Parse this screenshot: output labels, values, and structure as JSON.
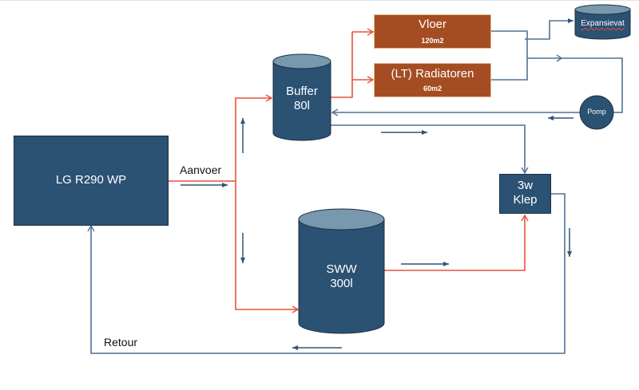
{
  "diagram": {
    "title": "Heat pump hydraulic schematic",
    "colors": {
      "component_fill": "#2b5173",
      "cylinder_top": "#7798ad",
      "emitter_fill": "#a44d22",
      "hot_line": "#e8513c",
      "return_line": "#4f7294",
      "flow_arrow": "#2e5578"
    },
    "nodes": {
      "heat_pump": {
        "label": "LG R290 WP"
      },
      "buffer": {
        "line1": "Buffer",
        "line2": "80l"
      },
      "dhw_tank": {
        "line1": "SWW",
        "line2": "300l"
      },
      "floor_heating": {
        "title": "Vloer",
        "sub": "120m2"
      },
      "radiators": {
        "title": "(LT) Radiatoren",
        "sub": "60m2"
      },
      "expansion_vessel": {
        "label": "Expansievat"
      },
      "pump": {
        "label": "Pomp"
      },
      "three_way_valve": {
        "line1": "3w",
        "line2": "Klep"
      }
    },
    "labels": {
      "supply": "Aanvoer",
      "return": "Retour"
    },
    "connections": [
      {
        "from": "heat_pump",
        "to": "buffer",
        "type": "supply"
      },
      {
        "from": "heat_pump",
        "to": "dhw_tank",
        "type": "supply"
      },
      {
        "from": "buffer",
        "to": "floor_heating",
        "type": "supply"
      },
      {
        "from": "buffer",
        "to": "radiators",
        "type": "supply"
      },
      {
        "from": "floor_heating",
        "to": "expansion_vessel",
        "type": "return"
      },
      {
        "from": "radiators",
        "to": "pump",
        "type": "return"
      },
      {
        "from": "pump",
        "to": "buffer",
        "type": "return"
      },
      {
        "from": "buffer",
        "to": "three_way_valve",
        "type": "return"
      },
      {
        "from": "dhw_tank",
        "to": "three_way_valve",
        "type": "supply"
      },
      {
        "from": "three_way_valve",
        "to": "heat_pump",
        "type": "return"
      }
    ]
  }
}
